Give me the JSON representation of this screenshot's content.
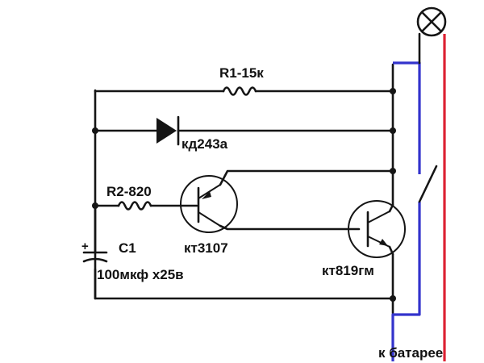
{
  "labels": {
    "r1": "R1-15к",
    "diode": "кд243а",
    "r2": "R2-820",
    "c1": "C1",
    "c1_value": "100мкф х25в",
    "plus": "+",
    "q1": "кт3107",
    "q2": "кт819гм",
    "battery": "к батарее"
  },
  "colors": {
    "wire": "#151515",
    "blue_wire": "#3333cc",
    "red_wire": "#dd2233",
    "background": "#ffffff"
  },
  "icons": {
    "lamp": "lamp-icon",
    "switch": "switch-icon",
    "diode": "diode-icon",
    "resistor": "resistor-icon",
    "capacitor": "capacitor-icon",
    "transistor": "transistor-icon"
  }
}
